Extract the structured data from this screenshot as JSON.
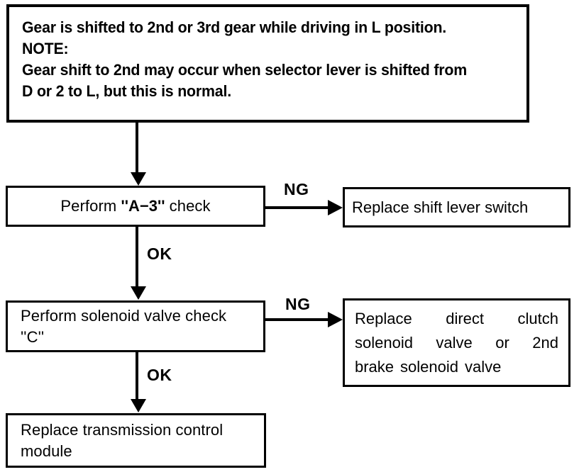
{
  "diagram": {
    "type": "troubleshooting-flowchart",
    "symptom": {
      "lines": [
        "Gear is shifted to 2nd or 3rd gear while driving in L position.",
        "NOTE:",
        "Gear shift to 2nd may occur when selector lever is shifted from",
        "D or 2 to L, but this is normal."
      ]
    },
    "steps": [
      {
        "id": "check-a3",
        "text_before": "Perform ",
        "text_emph": "''A−3''",
        "text_after": " check"
      },
      {
        "id": "check-solenoid",
        "lines": [
          "Perform solenoid valve check",
          "''C''"
        ]
      },
      {
        "id": "replace-tcm",
        "lines": [
          "Replace transmission control",
          "module"
        ]
      }
    ],
    "results": [
      {
        "id": "replace-switch",
        "lines": [
          "Replace shift lever switch"
        ]
      },
      {
        "id": "replace-solenoid",
        "line1_words": [
          "Replace",
          "direct",
          "clutch"
        ],
        "line2_words": [
          "solenoid",
          "valve",
          "or",
          "2nd"
        ],
        "line3_words": [
          "brake",
          "solenoid",
          "valve"
        ]
      }
    ],
    "edge_labels": {
      "ng_1": "NG",
      "ng_2": "NG",
      "ok_1": "OK",
      "ok_2": "OK"
    },
    "colors": {
      "ink": "#000000",
      "paper": "#ffffff"
    }
  }
}
